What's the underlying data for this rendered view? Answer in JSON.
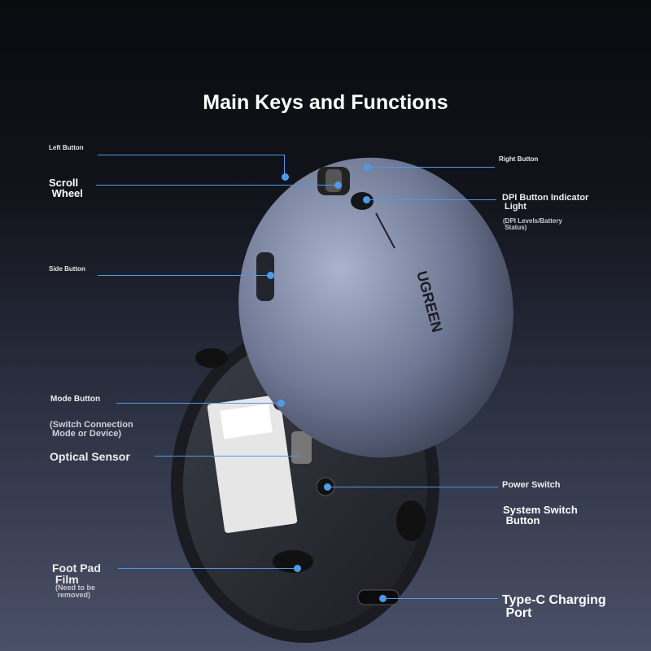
{
  "title": "Main Keys and Functions",
  "labels": {
    "left_button": "Left Button",
    "scroll_wheel": "Scroll\n Wheel",
    "right_button": "Right Button",
    "dpi": "DPI Button Indicator\n Light",
    "dpi_sub": "(DPI Levels/Battery\n Status)",
    "side_button": "Side Button",
    "mode_button": "Mode Button",
    "mode_sub": "(Switch Connection\n Mode or Device)",
    "optical_sensor": "Optical Sensor",
    "power_switch": "Power Switch",
    "system_switch": "System Switch\n Button",
    "foot_pad": "Foot Pad\n Film",
    "foot_pad_sub": "(Need to be\n removed)",
    "type_c": "Type-C Charging\n Port"
  },
  "brand": "UGREEN",
  "colors": {
    "accent": "#4d9be8"
  }
}
